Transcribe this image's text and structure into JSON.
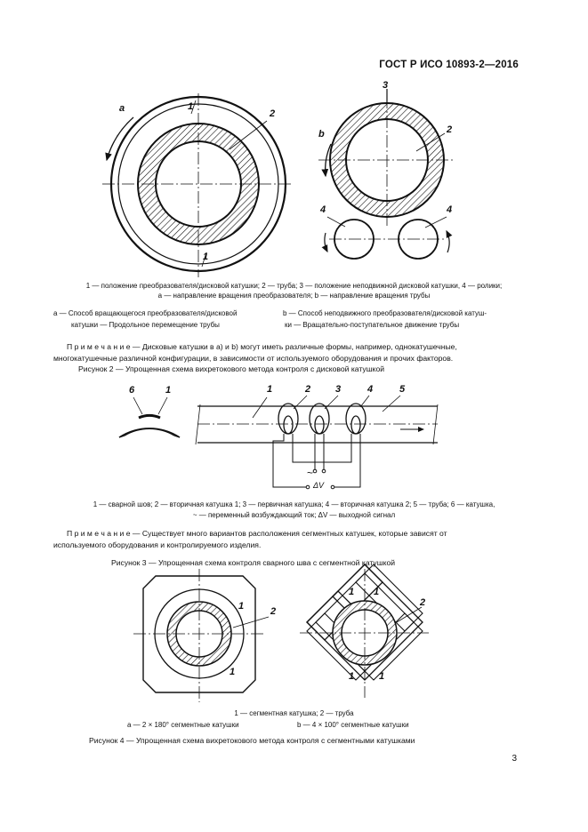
{
  "header": {
    "standard": "ГОСТ Р ИСО 10893-2—2016"
  },
  "figure2": {
    "labels": {
      "a": "a",
      "b": "b",
      "n1_top": "1",
      "n1_bottom": "1",
      "n2_left": "2",
      "n2_right": "2",
      "n3": "3",
      "n4_left": "4",
      "n4_right": "4"
    },
    "legend_line1": "1 — положение преобразователя/дисковой катушки; 2 — труба; 3 — положение неподвижной дисковой катушки, 4 — ролики;",
    "legend_line2": "a — направление вращения преобразователя; b — направление вращения трубы",
    "sub_a_line1": "а — Способ вращающегося преобразователя/дисковой",
    "sub_a_line2": "катушки — Продольное перемещение трубы",
    "sub_b_line1": "b — Способ неподвижного преобразователя/дисковой катуш-",
    "sub_b_line2": "ки — Вращательно-поступательное движение трубы",
    "note_line1": "П р и м е ч а н и е — Дисковые катушки в а) и b) могут иметь различные формы, например, однокатушечные,",
    "note_line2": "многокатушечные различной конфигурации, в зависимости от используемого оборудования и прочих факторов.",
    "caption": "Рисунок 2 — Упрощенная схема вихретокового метода контроля с дисковой катушкой"
  },
  "figure3": {
    "labels": {
      "n6": "6",
      "n1": "1",
      "n1b": "1",
      "n2": "2",
      "n3": "3",
      "n4": "4",
      "n5": "5",
      "tilde": "~",
      "dv": "ΔV"
    },
    "legend_line1": "1 — сварной шов; 2 — вторичная катушка 1; 3 — первичная катушка; 4 — вторичная катушка 2; 5 — труба; 6 — катушка,",
    "legend_line2": "~ — переменный возбуждающий ток;   ΔV — выходной сигнал",
    "note_line1": "П р и м е ч а н и е — Существует много вариантов расположения сегментных катушек, которые зависят от",
    "note_line2": "используемого оборудования и контролируемого изделия.",
    "caption": "Рисунок 3 — Упрощенная схема контроля сварного шва с сегментной катушкой"
  },
  "figure4": {
    "labels": {
      "l1a": "1",
      "l1b": "1",
      "l2a": "2",
      "r1a": "1",
      "r1b": "1",
      "r1c": "1",
      "r1d": "1",
      "r2": "2"
    },
    "legend_line1": "1 — сегментная катушка; 2 — труба",
    "sub_a": "a — 2 × 180° сегментные катушки",
    "sub_b": "b — 4 × 100° сегментные катушки",
    "caption": "Рисунок 4 — Упрощенная схема вихретокового метода контроля с сегментными катушками"
  },
  "page_number": "3"
}
